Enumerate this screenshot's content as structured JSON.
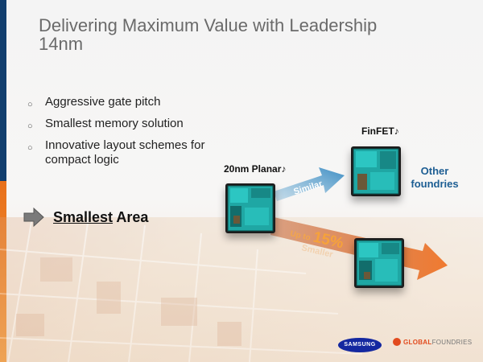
{
  "title": {
    "line1": "Delivering Maximum Value with Leadership",
    "line2": "14nm"
  },
  "bullets": [
    "Aggressive gate pitch",
    "Smallest memory solution",
    "Innovative layout schemes for compact logic"
  ],
  "callout": {
    "keyword": "Smallest",
    "rest": " Area"
  },
  "labels": {
    "planar": "20nm Planar",
    "finfet": "FinFET",
    "similar": "Similar",
    "up_to": "Up to",
    "percent": "15%",
    "smaller": "Smaller",
    "other_line1": "Other",
    "other_line2": "foundries"
  },
  "logos": {
    "samsung": "SAMSUNG",
    "gf_global": "GLOBAL",
    "gf_foundries": "FOUNDRIES"
  },
  "colors": {
    "accent_blue": "#123f6e",
    "accent_orange": "#e8701b",
    "chip_cyan": "#22b3b0",
    "other_text": "#1d5e93"
  },
  "icons": {
    "bullet": "circle-bullet-icon",
    "callout": "arrow-right-icon",
    "note": "music-note-icon"
  }
}
